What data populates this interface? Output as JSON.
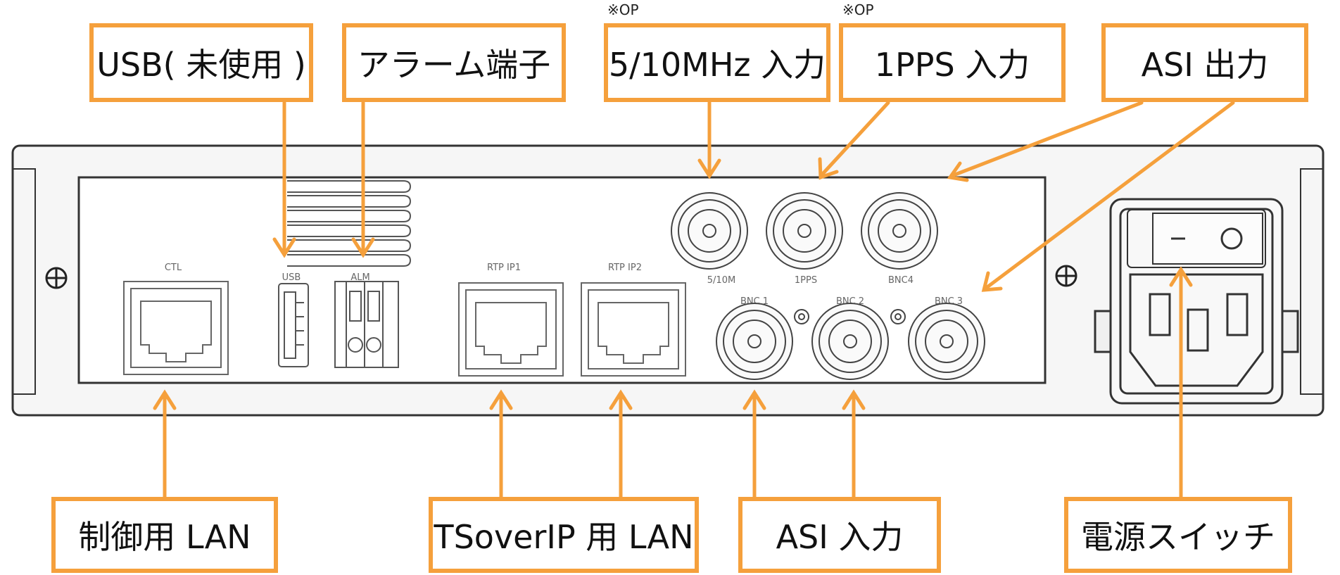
{
  "callouts_top": {
    "usb": "USB( 未使用 )",
    "alarm": "アラーム端子",
    "ref_in": "5/10MHz 入力",
    "pps_in": "1PPS 入力",
    "asi_out": "ASI 出力"
  },
  "callouts_bottom": {
    "ctl_lan": "制御用 LAN",
    "ts_lan": "TSoverIP 用 LAN",
    "asi_in": "ASI 入力",
    "power": "電源スイッチ"
  },
  "option_marks": {
    "ref": "※OP",
    "pps": "※OP"
  },
  "port_labels": {
    "ctl": "CTL",
    "usb": "USB",
    "alm": "ALM",
    "rtp1": "RTP IP1",
    "rtp2": "RTP IP2",
    "ref": "5/10M",
    "pps": "1PPS",
    "bnc4": "BNC4",
    "bnc1": "BNC 1",
    "bnc2": "BNC 2",
    "bnc3": "BNC 3"
  },
  "colors": {
    "callout_border": "#f5a03c",
    "arrow": "#f5a03c",
    "device_line": "#333333"
  }
}
